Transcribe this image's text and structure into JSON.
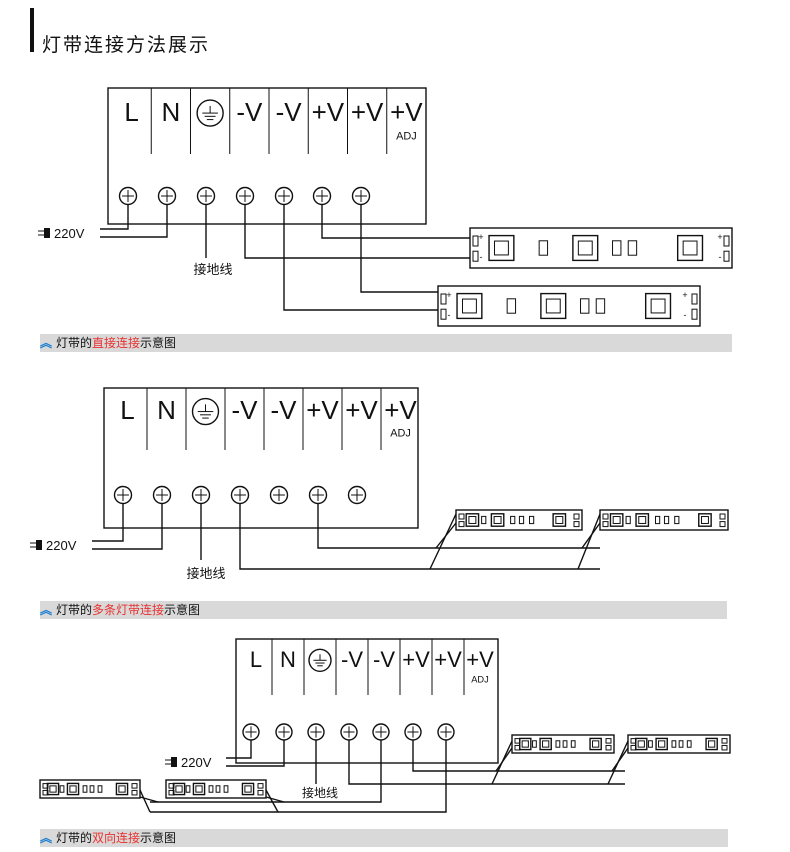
{
  "page": {
    "title": "灯带连接方法展示"
  },
  "terminal_block": {
    "labels": [
      "L",
      "N",
      "",
      "-V",
      "-V",
      "+V",
      "+V",
      "+V"
    ],
    "adj_label": "ADJ"
  },
  "wiring": {
    "mains_label": "220V",
    "ground_label": "接地线",
    "strip_plus": "+",
    "strip_minus": "-"
  },
  "captions": [
    {
      "prefix": "灯带的",
      "highlight": "直接连接",
      "suffix": "示意图"
    },
    {
      "prefix": "灯带的",
      "highlight": "多条灯带连接",
      "suffix": "示意图"
    },
    {
      "prefix": "灯带的",
      "highlight": "双向连接",
      "suffix": "示意图"
    }
  ],
  "colors": {
    "caption_bg": "#d9d9d9",
    "highlight": "#e8322f",
    "icon": "#1a7ed0"
  }
}
